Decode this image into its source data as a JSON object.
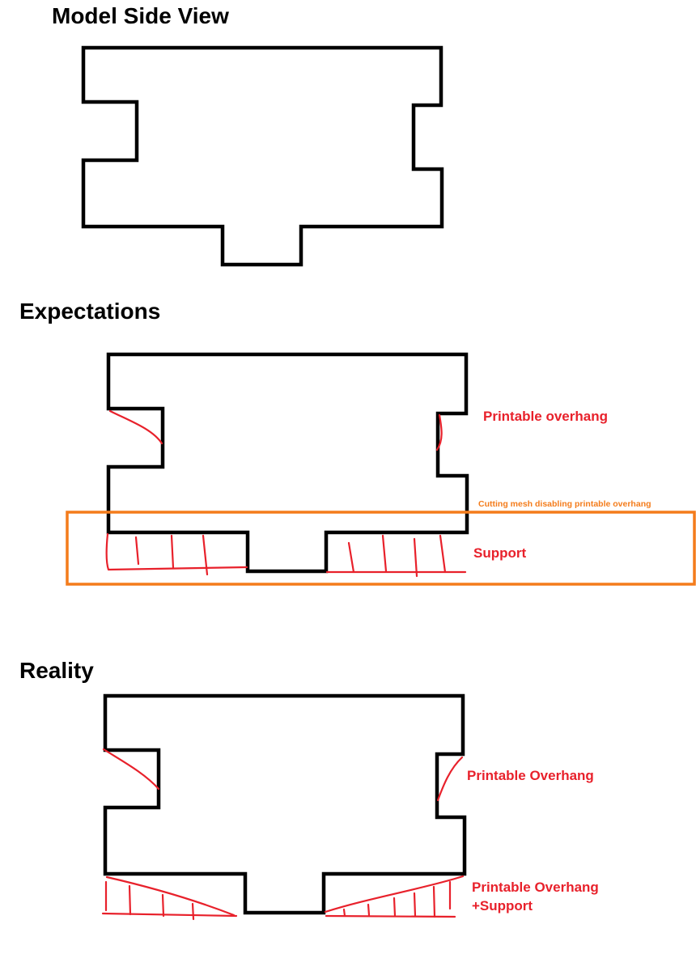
{
  "sections": {
    "model": {
      "title": "Model Side View"
    },
    "expectations": {
      "title": "Expectations",
      "labels": {
        "printable_overhang": "Printable overhang",
        "cutting_mesh": "Cutting mesh disabling printable overhang",
        "support": "Support"
      }
    },
    "reality": {
      "title": "Reality",
      "labels": {
        "printable_overhang": "Printable Overhang",
        "printable_overhang_support_line1": "Printable Overhang",
        "printable_overhang_support_line2": "+Support"
      }
    }
  },
  "colors": {
    "outline": "#000000",
    "annotation_red": "#e8212b",
    "cutting_mesh_orange": "#f47c1b"
  }
}
